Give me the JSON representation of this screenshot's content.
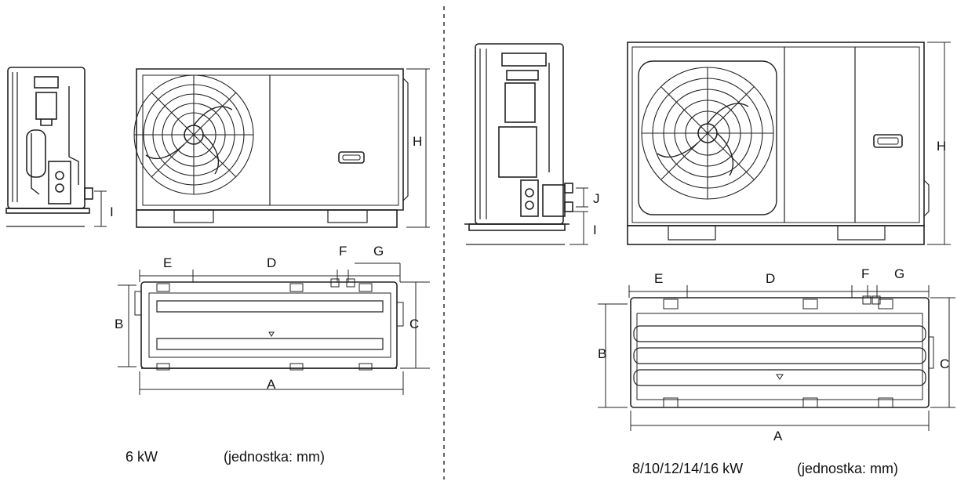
{
  "left": {
    "dims": {
      "A": "A",
      "B": "B",
      "C": "C",
      "D": "D",
      "E": "E",
      "F": "F",
      "G": "G",
      "H": "H",
      "I": "I"
    },
    "caption_model": "6 kW",
    "caption_unit": "(jednostka: mm)"
  },
  "right": {
    "dims": {
      "A": "A",
      "B": "B",
      "C": "C",
      "D": "D",
      "E": "E",
      "F": "F",
      "G": "G",
      "H": "H",
      "I": "I",
      "J": "J"
    },
    "caption_model": "8/10/12/14/16 kW",
    "caption_unit": "(jednostka: mm)"
  }
}
